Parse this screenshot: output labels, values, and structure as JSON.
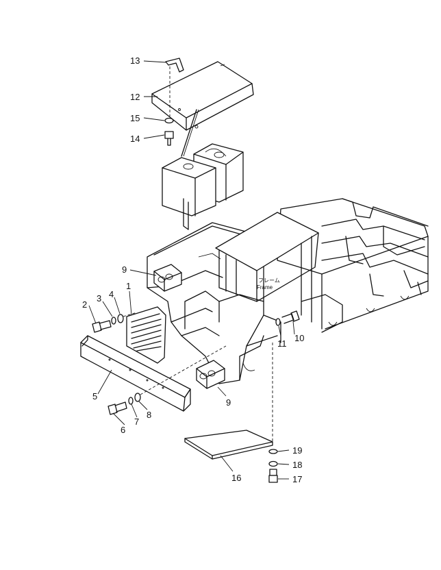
{
  "diagram": {
    "labels": [
      {
        "id": "p13",
        "text": "13"
      },
      {
        "id": "p12",
        "text": "12"
      },
      {
        "id": "p15",
        "text": "15"
      },
      {
        "id": "p14",
        "text": "14"
      },
      {
        "id": "p9a",
        "text": "9"
      },
      {
        "id": "p1",
        "text": "1"
      },
      {
        "id": "p2",
        "text": "2"
      },
      {
        "id": "p3",
        "text": "3"
      },
      {
        "id": "p4",
        "text": "4"
      },
      {
        "id": "p5",
        "text": "5"
      },
      {
        "id": "p6",
        "text": "6"
      },
      {
        "id": "p7",
        "text": "7"
      },
      {
        "id": "p8",
        "text": "8"
      },
      {
        "id": "p9b",
        "text": "9"
      },
      {
        "id": "p10",
        "text": "10"
      },
      {
        "id": "p11",
        "text": "11"
      },
      {
        "id": "p16",
        "text": "16"
      },
      {
        "id": "p17",
        "text": "17"
      },
      {
        "id": "p18",
        "text": "18"
      },
      {
        "id": "p19",
        "text": "19"
      }
    ],
    "frame_note_jp": "フレーム",
    "frame_note_en": "Frame"
  }
}
